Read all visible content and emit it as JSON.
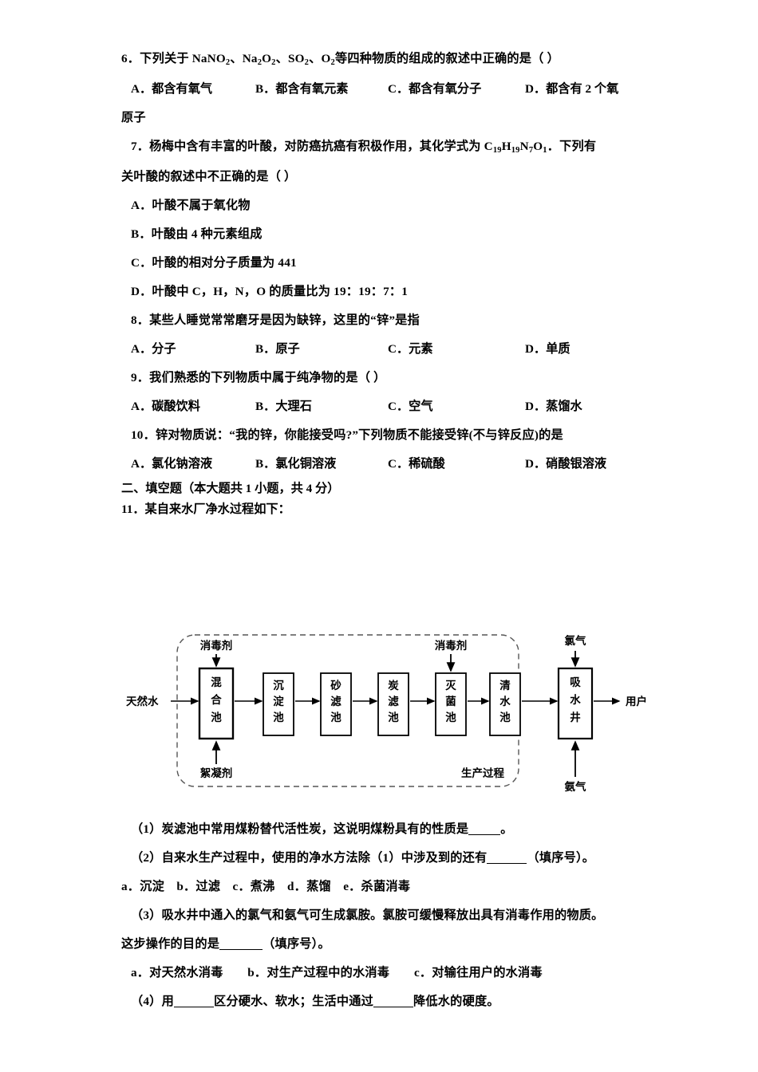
{
  "document": {
    "questions": [
      {
        "id": "q6",
        "number": "6",
        "stem_prefix": "6．下列关于 NaNO",
        "stem_full_plain": "6．下列关于 NaNO₂、Na₂O₂、SO₂、O₂等四种物质的组成的叙述中正确的是（    ）",
        "stem_parts": {
          "lead": "6．下列关于 NaNO",
          "s1": "2",
          "mid1": "、Na",
          "s2": "2",
          "mid2": "O",
          "s3": "2",
          "mid3": "、SO",
          "s4": "2",
          "mid4": "、O",
          "s5": "2",
          "tail": "等四种物质的组成的叙述中正确的是（    ）"
        },
        "options": [
          "A．都含有氧气",
          "B．都含有氧元素",
          "C．都含有氧分子",
          "D．都含有 2 个氧"
        ],
        "overflow_line": "原子"
      },
      {
        "id": "q7",
        "number": "7",
        "stem_line1_parts": {
          "lead": "7．杨梅中含有丰富的叶酸，对防癌抗癌有积极作用，其化学式为 C",
          "s1": "19",
          "m1": "H",
          "s2": "19",
          "m2": "N",
          "s3": "7",
          "m3": "O",
          "s4": "1",
          "tail": "．下列有"
        },
        "stem_line2": "关叶酸的叙述中不正确的是（    ）",
        "options": [
          "A．叶酸不属于氧化物",
          "B．叶酸由 4 种元素组成",
          "C．叶酸的相对分子质量为 441",
          "D．叶酸中 C，H，N，O 的质量比为 19：19：7：1"
        ]
      },
      {
        "id": "q8",
        "number": "8",
        "stem": "8．某些人睡觉常常磨牙是因为缺锌，这里的“锌”是指",
        "options": [
          "A．分子",
          "B．原子",
          "C．元素",
          "D．单质"
        ]
      },
      {
        "id": "q9",
        "number": "9",
        "stem": "9．我们熟悉的下列物质中属于纯净物的是（    ）",
        "options": [
          "A．碳酸饮料",
          "B．大理石",
          "C．空气",
          "D．蒸馏水"
        ]
      },
      {
        "id": "q10",
        "number": "10",
        "stem": "10．锌对物质说：“我的锌，你能接受吗?”下列物质不能接受锌(不与锌反应)的是",
        "options": [
          "A．氯化钠溶液",
          "B．氯化铜溶液",
          "C．稀硫酸",
          "D．硝酸银溶液"
        ]
      }
    ],
    "section2_heading": "二、填空题（本大题共 1 小题，共 4 分）",
    "q11": {
      "stem": "11．某自来水厂净水过程如下：",
      "sub": [
        {
          "key": "1",
          "before": "（1）炭滤池中常用煤粉替代活性炭，这说明煤粉具有的性质是",
          "after": "。"
        },
        {
          "key": "2",
          "before": "（2）自来水生产过程中，使用的净水方法除（1）中涉及到的还有",
          "after": "（填序号）。",
          "choices": "a．沉淀　b．过滤　c．煮沸　d．蒸馏　e．杀菌消毒"
        },
        {
          "key": "3",
          "line1": "（3）吸水井中通入的氯气和氨气可生成氯胺。氯胺可缓慢释放出具有消毒作用的物质。",
          "before": "这步操作的目的是",
          "after": "（填序号）。",
          "choices": "a．对天然水消毒　　b．对生产过程中的水消毒　　c．对输往用户的水消毒"
        },
        {
          "key": "4",
          "p1": "（4）用",
          "p2": "区分硬水、软水；生活中通过",
          "p3": "降低水的硬度。"
        }
      ]
    }
  },
  "figure": {
    "name": "water-purification-flowchart",
    "input_label": "天然水",
    "output_label": "用户",
    "group_label": "生产过程",
    "boxes": [
      {
        "id": "mix",
        "label": "混合池"
      },
      {
        "id": "settle",
        "label": "沉淀池"
      },
      {
        "id": "sandfilt",
        "label": "砂滤池"
      },
      {
        "id": "charfilt",
        "label": "炭滤池"
      },
      {
        "id": "steril",
        "label": "灭菌池"
      },
      {
        "id": "clear",
        "label": "清水池"
      },
      {
        "id": "well",
        "label": "吸水井"
      }
    ],
    "feeds": [
      {
        "id": "disinfectant-1",
        "label": "消毒剂",
        "target": "mix",
        "position": "top"
      },
      {
        "id": "flocculant",
        "label": "絮凝剂",
        "target": "mix",
        "position": "bottom"
      },
      {
        "id": "disinfectant-2",
        "label": "消毒剂",
        "target": "steril",
        "position": "top"
      },
      {
        "id": "chlorine",
        "label": "氯气",
        "target": "well",
        "position": "top"
      },
      {
        "id": "ammonia",
        "label": "氨气",
        "target": "well",
        "position": "bottom"
      }
    ],
    "colors": {
      "stroke": "#000000",
      "fill": "#ffffff",
      "dash": "#555555"
    }
  }
}
